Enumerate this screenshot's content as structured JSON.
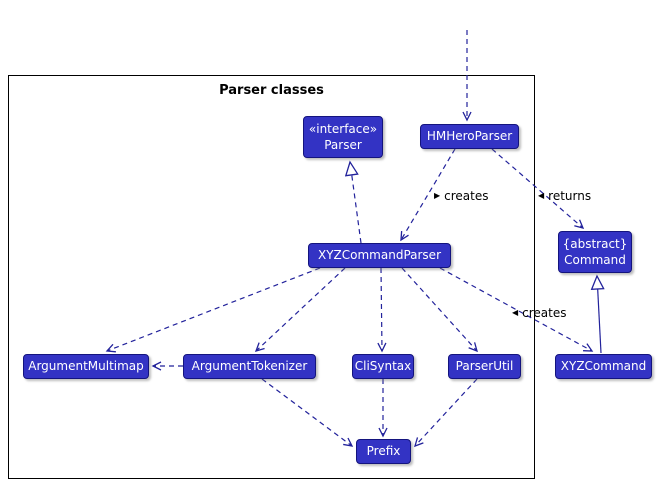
{
  "diagram": {
    "frame": {
      "title": "Parser classes"
    },
    "nodes": {
      "parser_interface": {
        "stereotype": "«interface»",
        "label": "Parser"
      },
      "hmhero_parser": {
        "label": "HMHeroParser"
      },
      "xyz_command_parser": {
        "label": "XYZCommandParser"
      },
      "command": {
        "stereotype": "{abstract}",
        "label": "Command"
      },
      "argument_multimap": {
        "label": "ArgumentMultimap"
      },
      "argument_tokenizer": {
        "label": "ArgumentTokenizer"
      },
      "cli_syntax": {
        "label": "CliSyntax"
      },
      "parser_util": {
        "label": "ParserUtil"
      },
      "xyz_command": {
        "label": "XYZCommand"
      },
      "prefix": {
        "label": "Prefix"
      }
    },
    "edge_labels": {
      "hmhero_creates": {
        "marker": "▶",
        "text": "creates"
      },
      "hmhero_returns": {
        "marker": "◀",
        "text": "returns"
      },
      "xyz_creates": {
        "marker": "◀",
        "text": "creates"
      }
    },
    "colors": {
      "node_fill": "#3333C4",
      "node_border": "#14147E",
      "node_text": "#FFFFFF",
      "arrow": "#22229B",
      "frame_border": "#000000",
      "label_text": "#000000"
    }
  }
}
